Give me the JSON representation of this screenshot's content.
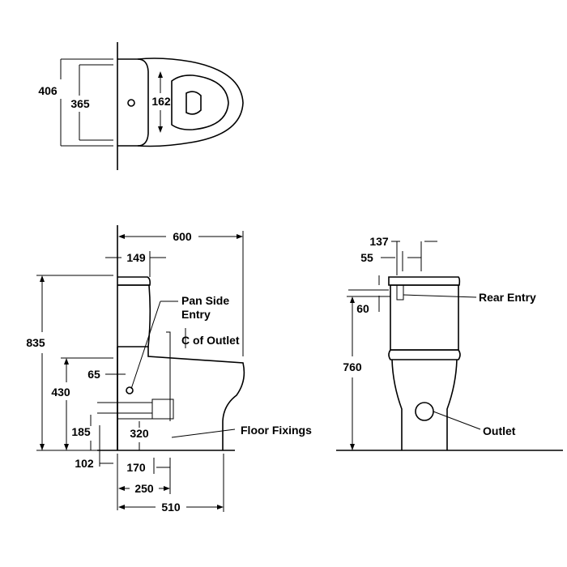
{
  "top_view": {
    "dims": {
      "d406": "406",
      "d365": "365",
      "d162": "162"
    }
  },
  "side_view": {
    "dims": {
      "d600": "600",
      "d149": "149",
      "d835": "835",
      "d430": "430",
      "d65": "65",
      "d185": "185",
      "d320": "320",
      "d102": "102",
      "d170": "170",
      "d250": "250",
      "d510": "510"
    },
    "labels": {
      "pan_side_line1": "Pan Side",
      "pan_side_line2": "Entry",
      "cl_symbol": "C",
      "of_outlet": "of Outlet",
      "floor_fixings": "Floor Fixings"
    }
  },
  "rear_view": {
    "dims": {
      "d137": "137",
      "d55": "55",
      "d60": "60",
      "d760": "760"
    },
    "labels": {
      "rear_entry": "Rear Entry",
      "outlet": "Outlet"
    }
  },
  "colors": {
    "ink": "#000000",
    "paper": "#ffffff"
  }
}
